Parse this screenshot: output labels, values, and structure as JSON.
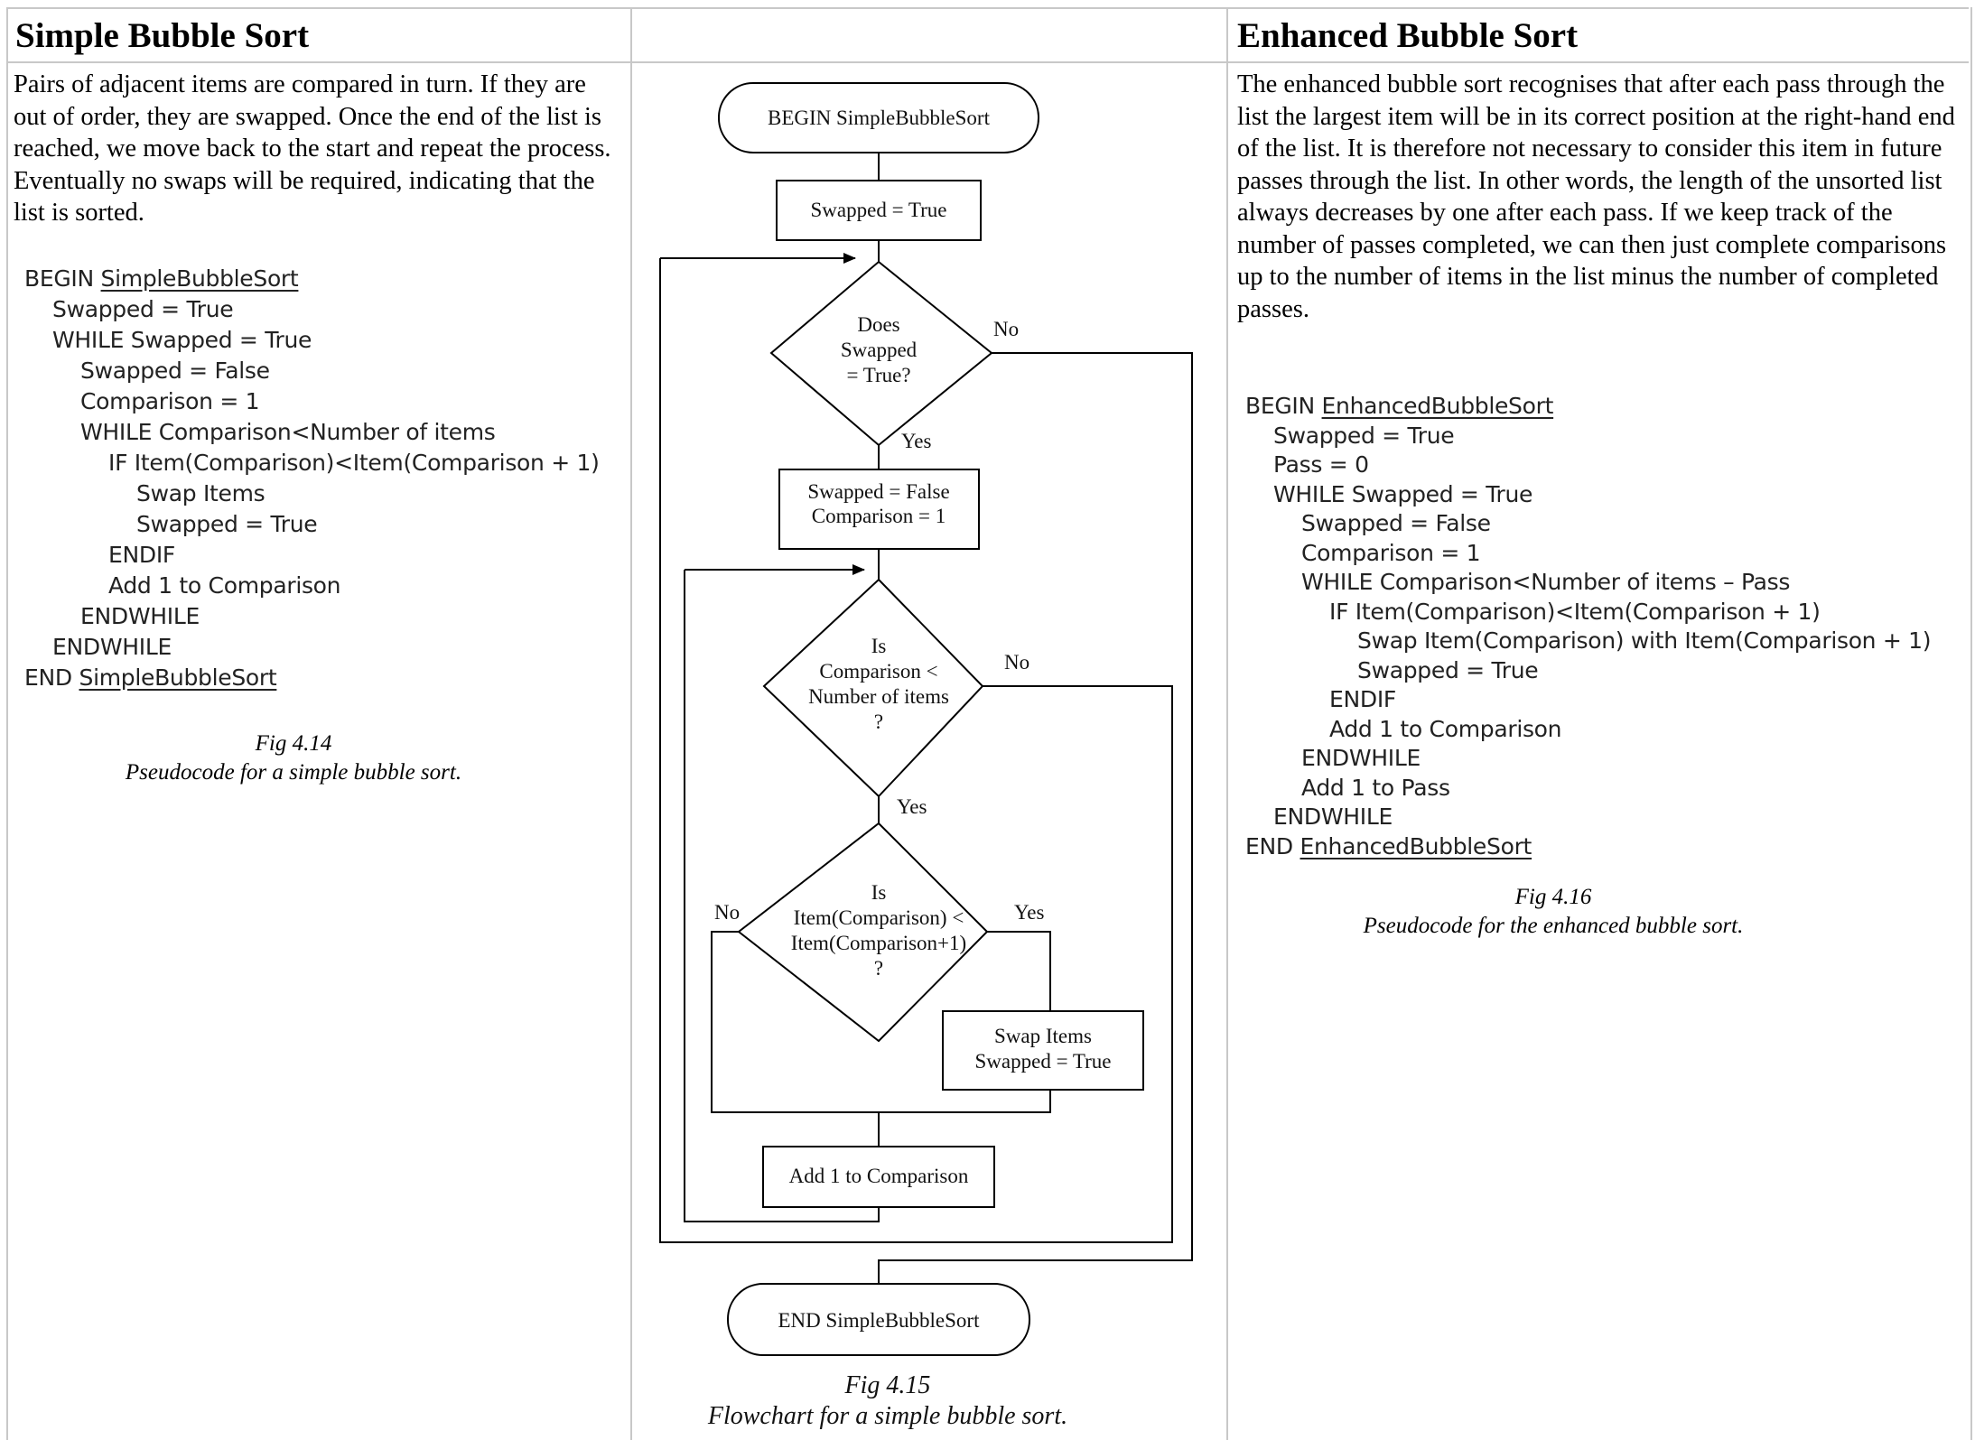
{
  "simple": {
    "heading": "Simple Bubble Sort",
    "paragraph": "Pairs of adjacent items are compared in turn. If they are out of order, they are swapped. Once the end of the list is reached, we move back to the start and repeat the process. Eventually no swaps will be required, indicating that the list is sorted.",
    "code": [
      {
        "indent": 0,
        "kw": "BEGIN ",
        "name": "SimpleBubbleSort"
      },
      {
        "indent": 1,
        "text": "Swapped = True"
      },
      {
        "indent": 1,
        "text": "WHILE Swapped = True"
      },
      {
        "indent": 2,
        "text": "Swapped = False"
      },
      {
        "indent": 2,
        "text": "Comparison = 1"
      },
      {
        "indent": 2,
        "text": "WHILE Comparison<Number of items"
      },
      {
        "indent": 3,
        "text": "IF Item(Comparison)<Item(Comparison + 1)"
      },
      {
        "indent": 4,
        "text": "Swap Items"
      },
      {
        "indent": 4,
        "text": "Swapped = True"
      },
      {
        "indent": 3,
        "text": "ENDIF"
      },
      {
        "indent": 3,
        "text": "Add 1 to Comparison"
      },
      {
        "indent": 2,
        "text": "ENDWHILE"
      },
      {
        "indent": 1,
        "text": "ENDWHILE"
      },
      {
        "indent": 0,
        "kw": "END ",
        "name": "SimpleBubbleSort"
      }
    ],
    "fig_number": "Fig 4.14",
    "fig_caption": "Pseudocode for a simple bubble sort."
  },
  "flowchart": {
    "begin": "BEGIN SimpleBubbleSort",
    "swapped_true": "Swapped = True",
    "d1": [
      "Does",
      "Swapped",
      "= True?"
    ],
    "d1_no": "No",
    "d1_yes": "Yes",
    "init": [
      "Swapped = False",
      "Comparison = 1"
    ],
    "d2": [
      "Is",
      "Comparison <",
      "Number of items",
      "?"
    ],
    "d2_no": "No",
    "d2_yes": "Yes",
    "d3": [
      "Is",
      "Item(Comparison) <",
      "Item(Comparison+1)",
      "?"
    ],
    "d3_no": "No",
    "d3_yes": "Yes",
    "swap": [
      "Swap Items",
      "Swapped = True"
    ],
    "add": "Add 1 to Comparison",
    "end": "END SimpleBubbleSort",
    "fig_number": "Fig 4.15",
    "fig_caption": "Flowchart for a simple bubble sort."
  },
  "enhanced": {
    "heading": "Enhanced Bubble Sort",
    "paragraph": "The enhanced bubble sort recognises that after each pass through the list the largest item will be in its correct position at the right-hand end of the list. It is therefore not necessary to consider this item in future passes through the list. In other words, the length of the unsorted list always decreases by one after each pass. If we keep track of the number of passes completed, we can then just complete comparisons up to the number of items in the list minus the number of completed passes.",
    "code": [
      {
        "indent": 0,
        "kw": "BEGIN ",
        "name": "EnhancedBubbleSort"
      },
      {
        "indent": 1,
        "text": "Swapped = True"
      },
      {
        "indent": 1,
        "text": "Pass = 0"
      },
      {
        "indent": 1,
        "text": "WHILE Swapped = True"
      },
      {
        "indent": 2,
        "text": "Swapped = False"
      },
      {
        "indent": 2,
        "text": "Comparison = 1"
      },
      {
        "indent": 2,
        "text": "WHILE Comparison<Number of items – Pass"
      },
      {
        "indent": 3,
        "text": "IF Item(Comparison)<Item(Comparison + 1)"
      },
      {
        "indent": 4,
        "text": "Swap Item(Comparison) with Item(Comparison + 1)"
      },
      {
        "indent": 4,
        "text": "Swapped = True"
      },
      {
        "indent": 3,
        "text": "ENDIF"
      },
      {
        "indent": 3,
        "text": "Add 1 to Comparison"
      },
      {
        "indent": 2,
        "text": "ENDWHILE"
      },
      {
        "indent": 2,
        "text": "Add 1 to Pass"
      },
      {
        "indent": 1,
        "text": "ENDWHILE"
      },
      {
        "indent": 0,
        "kw": "END ",
        "name": "EnhancedBubbleSort"
      }
    ],
    "fig_number": "Fig 4.16",
    "fig_caption": "Pseudocode for the enhanced bubble sort."
  }
}
